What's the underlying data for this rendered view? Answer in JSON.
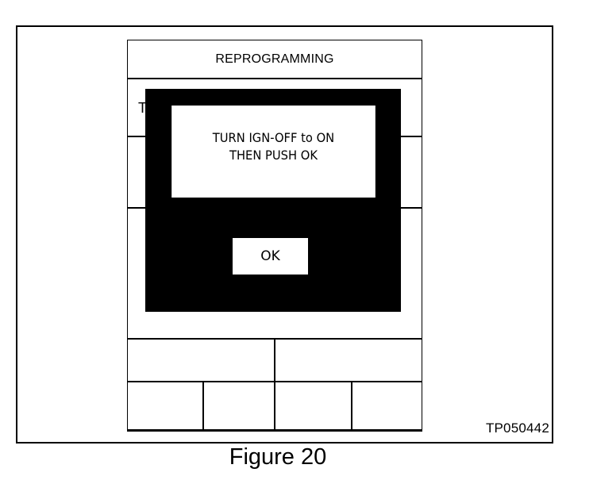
{
  "screen": {
    "title": "REPROGRAMMING",
    "background_glyph": "T"
  },
  "dialog": {
    "message_lines": [
      "TURN IGN-OFF to ON",
      "THEN PUSH OK"
    ],
    "ok_label": "OK"
  },
  "figure": {
    "code": "TP050442",
    "caption": "Figure 20"
  },
  "colors": {
    "modal_background": "#000000",
    "panel_background": "#ffffff"
  }
}
